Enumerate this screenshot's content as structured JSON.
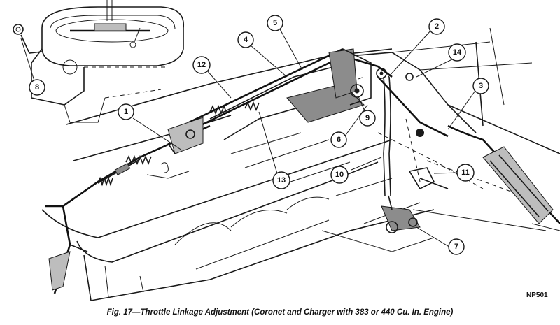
{
  "figure": {
    "caption": "Fig. 17—Throttle Linkage Adjustment (Coronet and Charger with 383 or 440 Cu. In. Engine)",
    "reference_code": "NP501"
  },
  "callouts": [
    {
      "id": "callout-1",
      "label": "1"
    },
    {
      "id": "callout-2",
      "label": "2"
    },
    {
      "id": "callout-3",
      "label": "3"
    },
    {
      "id": "callout-4",
      "label": "4"
    },
    {
      "id": "callout-5",
      "label": "5"
    },
    {
      "id": "callout-6",
      "label": "6"
    },
    {
      "id": "callout-7",
      "label": "7"
    },
    {
      "id": "callout-8",
      "label": "8"
    },
    {
      "id": "callout-9",
      "label": "9"
    },
    {
      "id": "callout-10",
      "label": "10"
    },
    {
      "id": "callout-11",
      "label": "11"
    },
    {
      "id": "callout-12",
      "label": "12"
    },
    {
      "id": "callout-13",
      "label": "13"
    },
    {
      "id": "callout-14",
      "label": "14"
    }
  ]
}
